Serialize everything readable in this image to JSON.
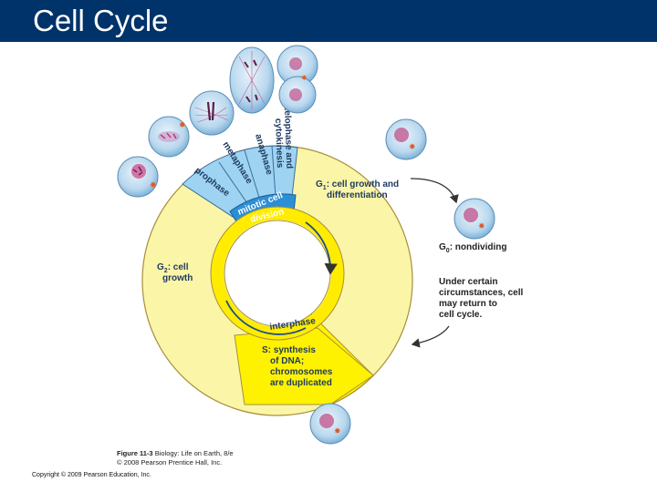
{
  "slide": {
    "title": "Cell Cycle",
    "copyright": "Copyright © 2009 Pearson Education, Inc."
  },
  "figure": {
    "caption_line1_bold": "Figure 11-3",
    "caption_line1_rest": " Biology: Life on Earth, 8/e",
    "caption_line2": "© 2008 Pearson Prentice Hall, Inc."
  },
  "cycle": {
    "mitotic_phases": [
      "prophase",
      "metaphase",
      "anaphase",
      "telophase and",
      "cytokinesis"
    ],
    "mitotic_label_1": "mitotic cell",
    "mitotic_label_2": "division",
    "interphase_label": "interphase",
    "g1_label_a": "G",
    "g1_label_sub": "1",
    "g1_label_b": ": cell growth and",
    "g1_label_2": "differentiation",
    "g2_label_a": "G",
    "g2_label_sub": "2",
    "g2_label_b": ": cell",
    "g2_label_2": "growth",
    "s_lines": [
      "S: synthesis",
      "of DNA;",
      "chromosomes",
      "are duplicated"
    ],
    "g0_label_a": "G",
    "g0_label_sub": "0",
    "g0_label_b": ": nondividing",
    "note_lines": [
      "Under certain",
      "circumstances, cell",
      "may return to",
      "cell cycle."
    ]
  },
  "colors": {
    "header": "#00336a",
    "interphase_fill": "#fbf5a8",
    "s_phase_fill": "#fff200",
    "mitosis_fill": "#9fd3f2",
    "mitosis_band": "#2c8fd6",
    "inner_ring": "#ffec00"
  }
}
